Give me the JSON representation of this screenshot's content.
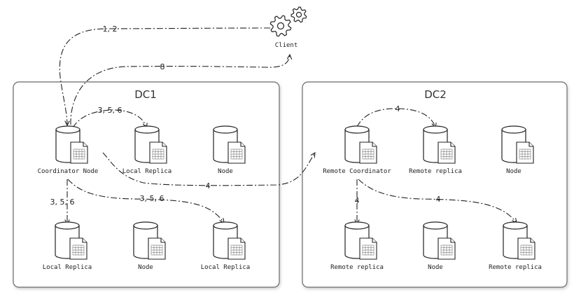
{
  "client": {
    "label": "Client",
    "icon": "gears-icon"
  },
  "datacenters": [
    {
      "id": "dc1",
      "title": "DC1"
    },
    {
      "id": "dc2",
      "title": "DC2"
    }
  ],
  "nodes": [
    {
      "id": "coordinator",
      "label": "Coordinator Node",
      "icon": "database-icon"
    },
    {
      "id": "dc1-local-replica-top",
      "label": "Local Replica",
      "icon": "database-icon"
    },
    {
      "id": "dc1-node-top",
      "label": "Node",
      "icon": "database-icon"
    },
    {
      "id": "dc1-local-replica-left",
      "label": "Local Replica",
      "icon": "database-icon"
    },
    {
      "id": "dc1-node-bottom",
      "label": "Node",
      "icon": "database-icon"
    },
    {
      "id": "dc1-local-replica-right",
      "label": "Local Replica",
      "icon": "database-icon"
    },
    {
      "id": "remote-coordinator",
      "label": "Remote Coordinator",
      "icon": "database-icon"
    },
    {
      "id": "dc2-remote-replica-top",
      "label": "Remote replica",
      "icon": "database-icon"
    },
    {
      "id": "dc2-node-top",
      "label": "Node",
      "icon": "database-icon"
    },
    {
      "id": "dc2-remote-replica-left",
      "label": "Remote replica",
      "icon": "database-icon"
    },
    {
      "id": "dc2-node-bottom",
      "label": "Node",
      "icon": "database-icon"
    },
    {
      "id": "dc2-remote-replica-right",
      "label": "Remote replica",
      "icon": "database-icon"
    }
  ],
  "edges": [
    {
      "from": "client",
      "to": "coordinator",
      "label": "1, 2"
    },
    {
      "from": "coordinator",
      "to": "client",
      "label": "8"
    },
    {
      "from": "coordinator",
      "to": "dc1-local-replica-top",
      "label": "3, 5, 6"
    },
    {
      "from": "coordinator",
      "to": "dc1-local-replica-left",
      "label": "3, 5, 6"
    },
    {
      "from": "coordinator",
      "to": "dc1-local-replica-right",
      "label": "3, 5, 6"
    },
    {
      "from": "coordinator",
      "to": "remote-coordinator",
      "label": "4"
    },
    {
      "from": "remote-coordinator",
      "to": "dc2-remote-replica-top",
      "label": "4"
    },
    {
      "from": "remote-coordinator",
      "to": "dc2-remote-replica-left",
      "label": "4"
    },
    {
      "from": "remote-coordinator",
      "to": "dc2-remote-replica-right",
      "label": "4"
    }
  ]
}
